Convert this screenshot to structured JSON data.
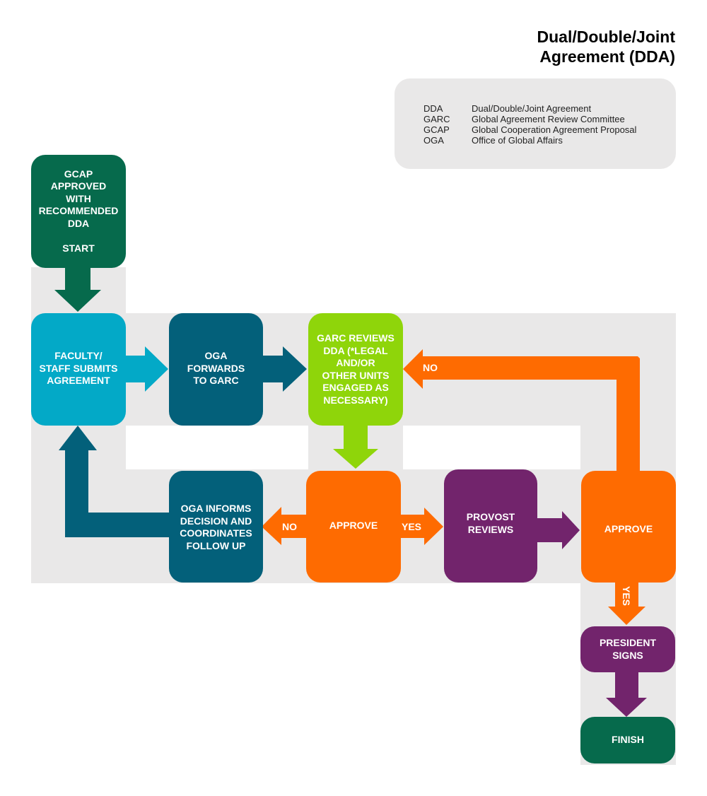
{
  "title": {
    "line1": "Dual/Double/Joint",
    "line2": "Agreement (DDA)"
  },
  "legend": [
    {
      "abbr": "DDA",
      "meaning": "Dual/Double/Joint Agreement"
    },
    {
      "abbr": "GARC",
      "meaning": "Global Agreement Review Committee"
    },
    {
      "abbr": "GCAP",
      "meaning": "Global Cooperation Agreement Proposal"
    },
    {
      "abbr": "OGA",
      "meaning": "Office of Global Affairs"
    }
  ],
  "nodes": {
    "start": {
      "text": "GCAP\nAPPROVED\nWITH\nRECOMMENDED\nDDA\n\nSTART",
      "color": "#066a4c"
    },
    "faculty_submits": {
      "text": "FACULTY/\nSTAFF SUBMITS\nAGREEMENT",
      "color": "#03a9c7"
    },
    "oga_forwards": {
      "text": "OGA\nFORWARDS\nTO GARC",
      "color": "#03607a"
    },
    "garc_reviews": {
      "text": "GARC REVIEWS\nDDA (*LEGAL\nAND/OR\nOTHER UNITS\nENGAGED AS\nNECESSARY)",
      "color": "#8fd50a"
    },
    "approve_1": {
      "text": "APPROVE",
      "color": "#fe6b01"
    },
    "oga_informs": {
      "text": "OGA INFORMS\nDECISION AND\nCOORDINATES\nFOLLOW UP",
      "color": "#03607a"
    },
    "provost_reviews": {
      "text": "PROVOST\nREVIEWS",
      "color": "#72246c"
    },
    "approve_2": {
      "text": "APPROVE",
      "color": "#fe6b01"
    },
    "president_signs": {
      "text": "PRESIDENT\nSIGNS",
      "color": "#72246c"
    },
    "finish": {
      "text": "FINISH",
      "color": "#066a4c"
    }
  },
  "edge_labels": {
    "approve2_no": "NO",
    "approve1_no": "NO",
    "approve1_yes": "YES",
    "approve2_yes": "YES"
  },
  "colors": {
    "background_band": "#e9e8e8",
    "orange": "#fe6b01",
    "teal_dark": "#03607a",
    "cyan": "#03a9c7",
    "lime": "#8fd50a",
    "purple": "#72246c",
    "green": "#066a4c"
  }
}
